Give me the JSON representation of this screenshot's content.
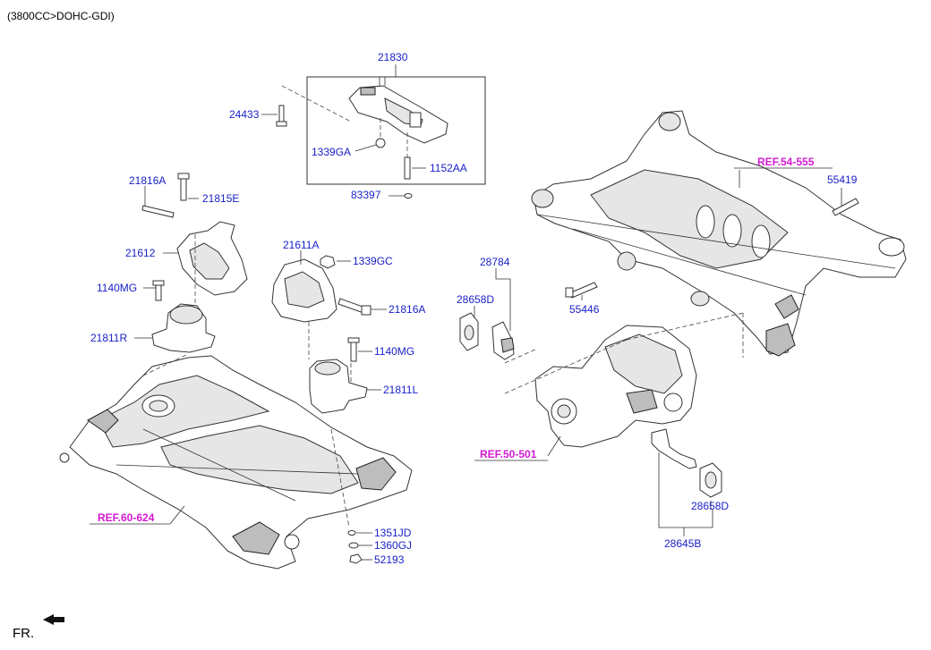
{
  "header": {
    "spec": "(3800CC>DOHC-GDI)"
  },
  "front_marker": "FR.",
  "parts": {
    "p21830": "21830",
    "p24433": "24433",
    "p1339GA": "1339GA",
    "p1152AA": "1152AA",
    "p83397": "83397",
    "p21816A_top": "21816A",
    "p21815E": "21815E",
    "p21612": "21612",
    "p1140MG_left": "1140MG",
    "p21811R": "21811R",
    "p21611A": "21611A",
    "p1339GC": "1339GC",
    "p21816A_mid": "21816A",
    "p1140MG_mid": "1140MG",
    "p21811L": "21811L",
    "p1351JD": "1351JD",
    "p1360GJ": "1360GJ",
    "p52193": "52193",
    "p28784": "28784",
    "p28658D_top": "28658D",
    "p55419": "55419",
    "p55446": "55446",
    "p28658D_bottom": "28658D",
    "p28645B": "28645B"
  },
  "refs": {
    "r54": "REF.54-555",
    "r50": "REF.50-501",
    "r60": "REF.60-624"
  }
}
